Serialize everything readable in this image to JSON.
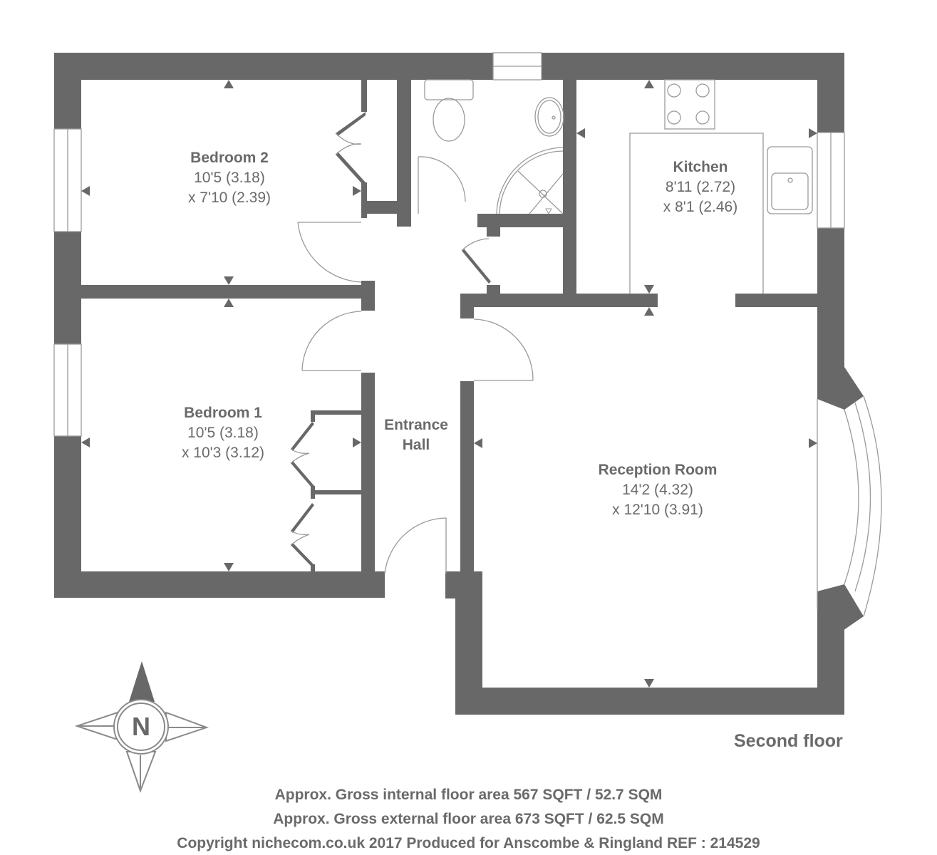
{
  "floor_label": "Second floor",
  "rooms": {
    "bedroom2": {
      "name": "Bedroom 2",
      "dim1": "10'5 (3.18)",
      "dim2": "x 7'10 (2.39)"
    },
    "bedroom1": {
      "name": "Bedroom 1",
      "dim1": "10'5 (3.18)",
      "dim2": "x 10'3 (3.12)"
    },
    "kitchen": {
      "name": "Kitchen",
      "dim1": "8'11 (2.72)",
      "dim2": "x 8'1 (2.46)"
    },
    "hall": {
      "name_line1": "Entrance",
      "name_line2": "Hall"
    },
    "reception": {
      "name": "Reception Room",
      "dim1": "14'2 (4.32)",
      "dim2": "x 12'10 (3.91)"
    }
  },
  "compass": {
    "letter": "N",
    "icon": "north-compass-icon"
  },
  "footer": {
    "internal_area": "Approx. Gross internal floor area 567 SQFT / 52.7 SQM",
    "external_area": "Approx. Gross external floor area 673 SQFT / 62.5 SQM",
    "copyright": "Copyright nichecom.co.uk 2017 Produced for Anscombe & Ringland REF : 214529"
  },
  "colors": {
    "wall": "#686868",
    "line": "#9a9a9a",
    "text": "#6a6a6a"
  }
}
